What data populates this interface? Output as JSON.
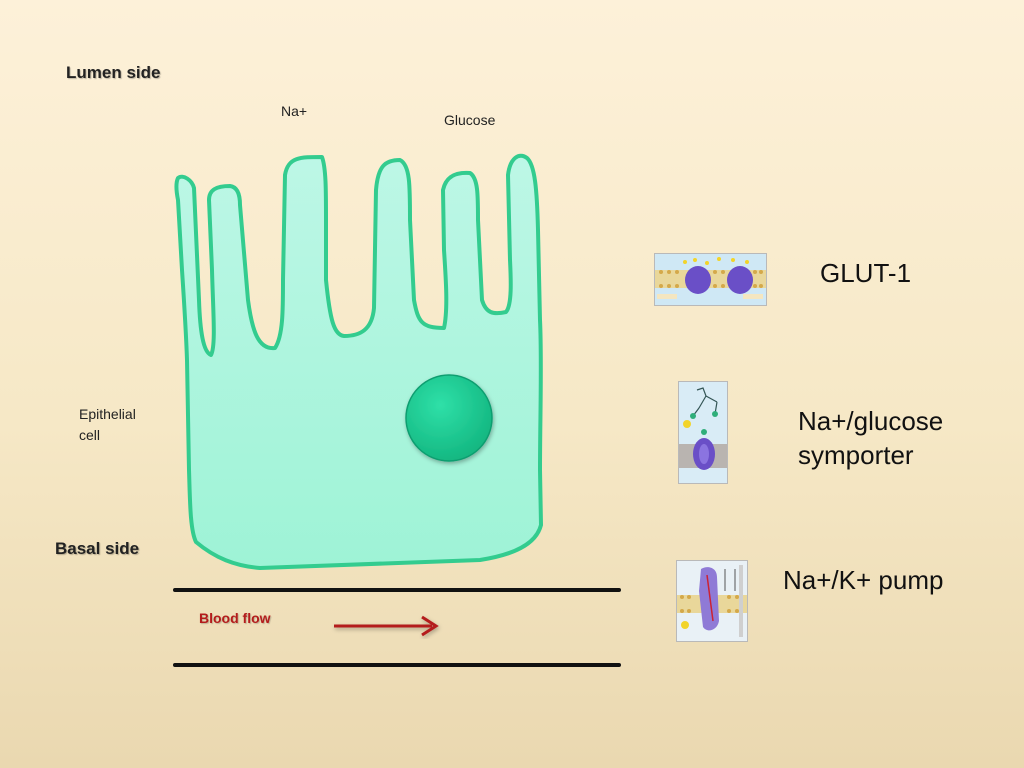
{
  "labels": {
    "lumen_side": "Lumen side",
    "basal_side": "Basal side",
    "na_plus": "Na+",
    "glucose": "Glucose",
    "epithelial_cell": "Epithelial cell",
    "blood_flow": "Blood flow"
  },
  "legend": {
    "glut1": "GLUT-1",
    "symporter": "Na+/glucose symporter",
    "pump": "Na+/K+ pump"
  },
  "colors": {
    "cell_fill": "#a6f4dc",
    "cell_outline": "#33cc8f",
    "nucleus": "#1fcf94",
    "blood_flow_text": "#b41c1c",
    "arrow": "#b41c1c",
    "vessel_lines": "#111111"
  },
  "icons": {
    "glut1": "glut1-transporter-icon",
    "symporter": "na-glucose-symporter-icon",
    "pump": "na-k-pump-icon"
  }
}
